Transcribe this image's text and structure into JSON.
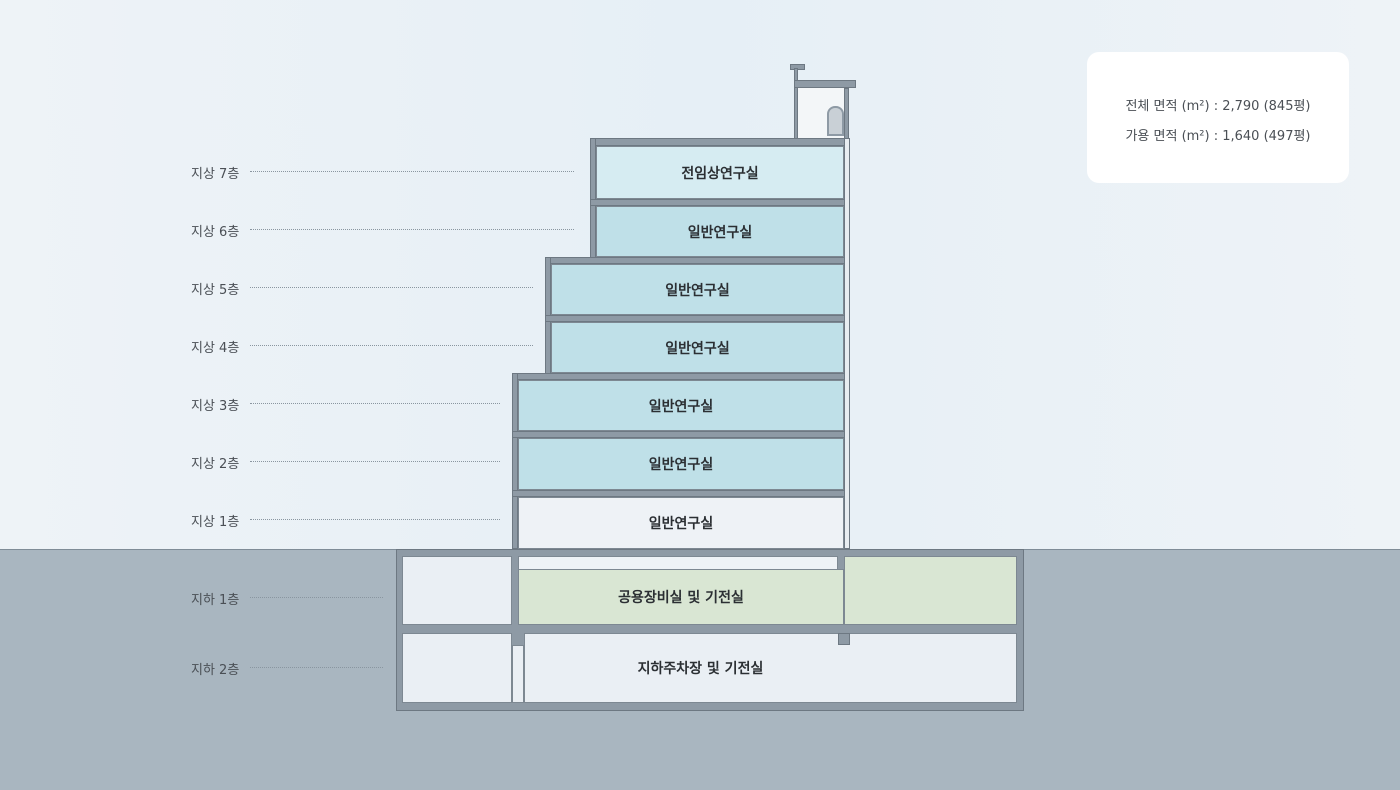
{
  "floors": [
    {
      "label": "지상 7층",
      "room": "전임상연구실"
    },
    {
      "label": "지상 6층",
      "room": "일반연구실"
    },
    {
      "label": "지상 5층",
      "room": "일반연구실"
    },
    {
      "label": "지상 4층",
      "room": "일반연구실"
    },
    {
      "label": "지상 3층",
      "room": "일반연구실"
    },
    {
      "label": "지상 2층",
      "room": "일반연구실"
    },
    {
      "label": "지상 1층",
      "room": "일반연구실"
    },
    {
      "label": "지하 1층",
      "room": "공용장비실 및 기전실"
    },
    {
      "label": "지하 2층",
      "room": "지하주차장 및 기전실"
    }
  ],
  "info": {
    "total_area": "전체 면적 (m²) : 2,790 (845평)",
    "usable_area": "가용 면적 (m²) : 1,640 (497평)"
  },
  "colors": {
    "wall": "#8e9aa5",
    "lab": "#bfe0e8",
    "preclinical": "#d6ecf2",
    "equipment": "#d9e6d3",
    "ground": "#a9b6c0"
  }
}
